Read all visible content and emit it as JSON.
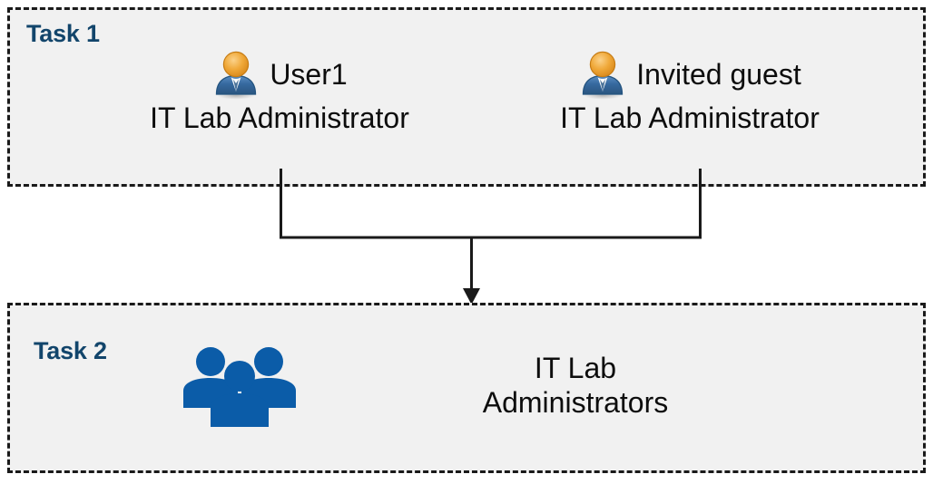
{
  "diagram": {
    "background_color": "#ffffff",
    "box_fill_color": "#f1f1f1",
    "box_border_color": "#1a1a1a",
    "label_color": "#12456b",
    "person_icon_head_color": "#e8971c",
    "person_icon_body_color": "#2f6ca8",
    "group_icon_color": "#0b5ca8",
    "connector_color": "#1a1a1a"
  },
  "task1": {
    "label": "Task 1",
    "members": [
      {
        "name": "User1",
        "role": "IT Lab Administrator",
        "icon": "user-icon"
      },
      {
        "name": "Invited guest",
        "role": "IT Lab Administrator",
        "icon": "user-icon"
      }
    ]
  },
  "task2": {
    "label": "Task 2",
    "group": {
      "name": "IT Lab\nAdministrators",
      "icon": "group-of-people-icon"
    }
  },
  "connector": {
    "icon": "arrow-down-icon",
    "description": "merge arrow from Task 1 members down into Task 2 group"
  }
}
